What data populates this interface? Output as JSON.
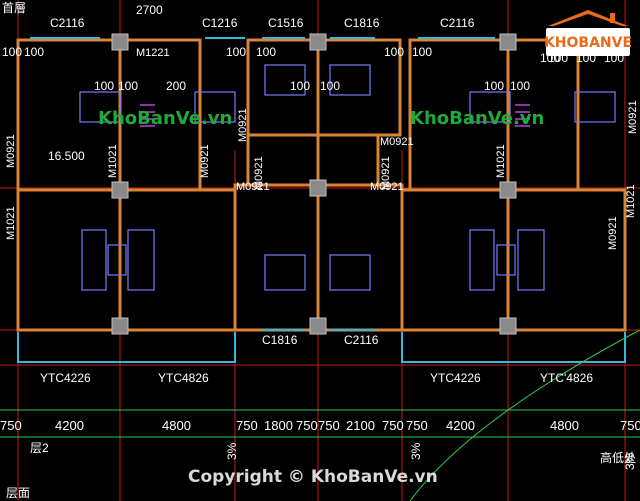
{
  "window_labels": [
    "C2116",
    "C1216",
    "C1516",
    "C1816",
    "C2116",
    "C1816",
    "C2116"
  ],
  "top_dims": [
    "2700",
    "100",
    "100",
    "100",
    "100",
    "100",
    "100",
    "100",
    "100",
    "100",
    "100",
    "100",
    "100",
    "100",
    "100",
    "200",
    "100",
    "100"
  ],
  "top_left_text": "首層",
  "elev_label": "16.500",
  "door_labels": [
    "M1221",
    "M0921",
    "M0921",
    "M1021",
    "M0921",
    "M0921",
    "M0921",
    "M1021",
    "M0921",
    "M0921",
    "M1021",
    "M0921",
    "M0921",
    "M1021",
    "M0921"
  ],
  "balcony_labels": [
    "YTC4226",
    "YTC4826",
    "YTC4226",
    "YTC'4826"
  ],
  "bottom_dims": [
    "750",
    "4200",
    "4800",
    "750",
    "1800",
    "750",
    "750",
    "2100",
    "750",
    "750",
    "4200",
    "4800",
    "750"
  ],
  "slope_labels": [
    "3%",
    "3%",
    "3%"
  ],
  "floor_note_1": "层2",
  "floor_note_2": "层面",
  "right_note": "高低处",
  "watermark": "KhoBanVe.vn",
  "copyright": "Copyright © KhoBanVe.vn",
  "logo_text": "KHOBANVE",
  "colors": {
    "wall": "#d8853a",
    "window": "#36b8d8",
    "furniture": "#7a7aff",
    "column": "#8a8a8a",
    "dim": "#2ec84a",
    "grid": "#d02020"
  }
}
